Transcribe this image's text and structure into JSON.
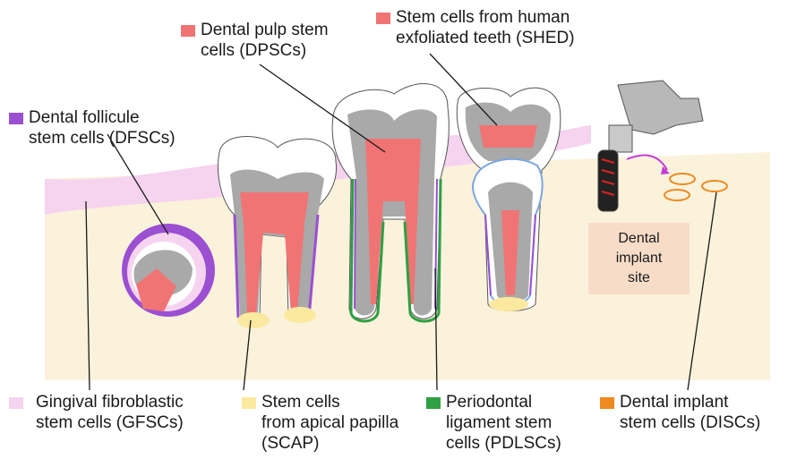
{
  "labels": {
    "dpsc": [
      "Dental pulp stem",
      "cells (DPSCs)"
    ],
    "shed": [
      "Stem cells from human",
      "exfoliated teeth (SHED)"
    ],
    "dfsc": [
      "Dental follicule",
      "stem cells (DFSCs)"
    ],
    "gfsc": [
      "Gingival fibroblastic",
      "stem cells (GFSCs)"
    ],
    "scap": [
      "Stem cells",
      "from apical papilla",
      "(SCAP)"
    ],
    "pdlsc": [
      "Periodontal",
      "ligament stem",
      "cells (PDLSCs)"
    ],
    "disc": [
      "Dental implant",
      "stem cells (DISCs)"
    ]
  },
  "implant_site": [
    "Dental",
    "implant",
    "site"
  ],
  "colors": {
    "dpsc": "#f07474",
    "shed": "#f07474",
    "dfsc": "#9b4fd1",
    "gfsc": "#f6d3ef",
    "scap": "#fbe9a0",
    "pdlsc": "#2ea043",
    "disc": "#ee8a1e",
    "bone": "#fbf2dc",
    "gum": "#f6d3ef",
    "dentin": "#a9a9a9",
    "enamel": "#ffffff",
    "implant_site_box": "#f7dcc8"
  }
}
